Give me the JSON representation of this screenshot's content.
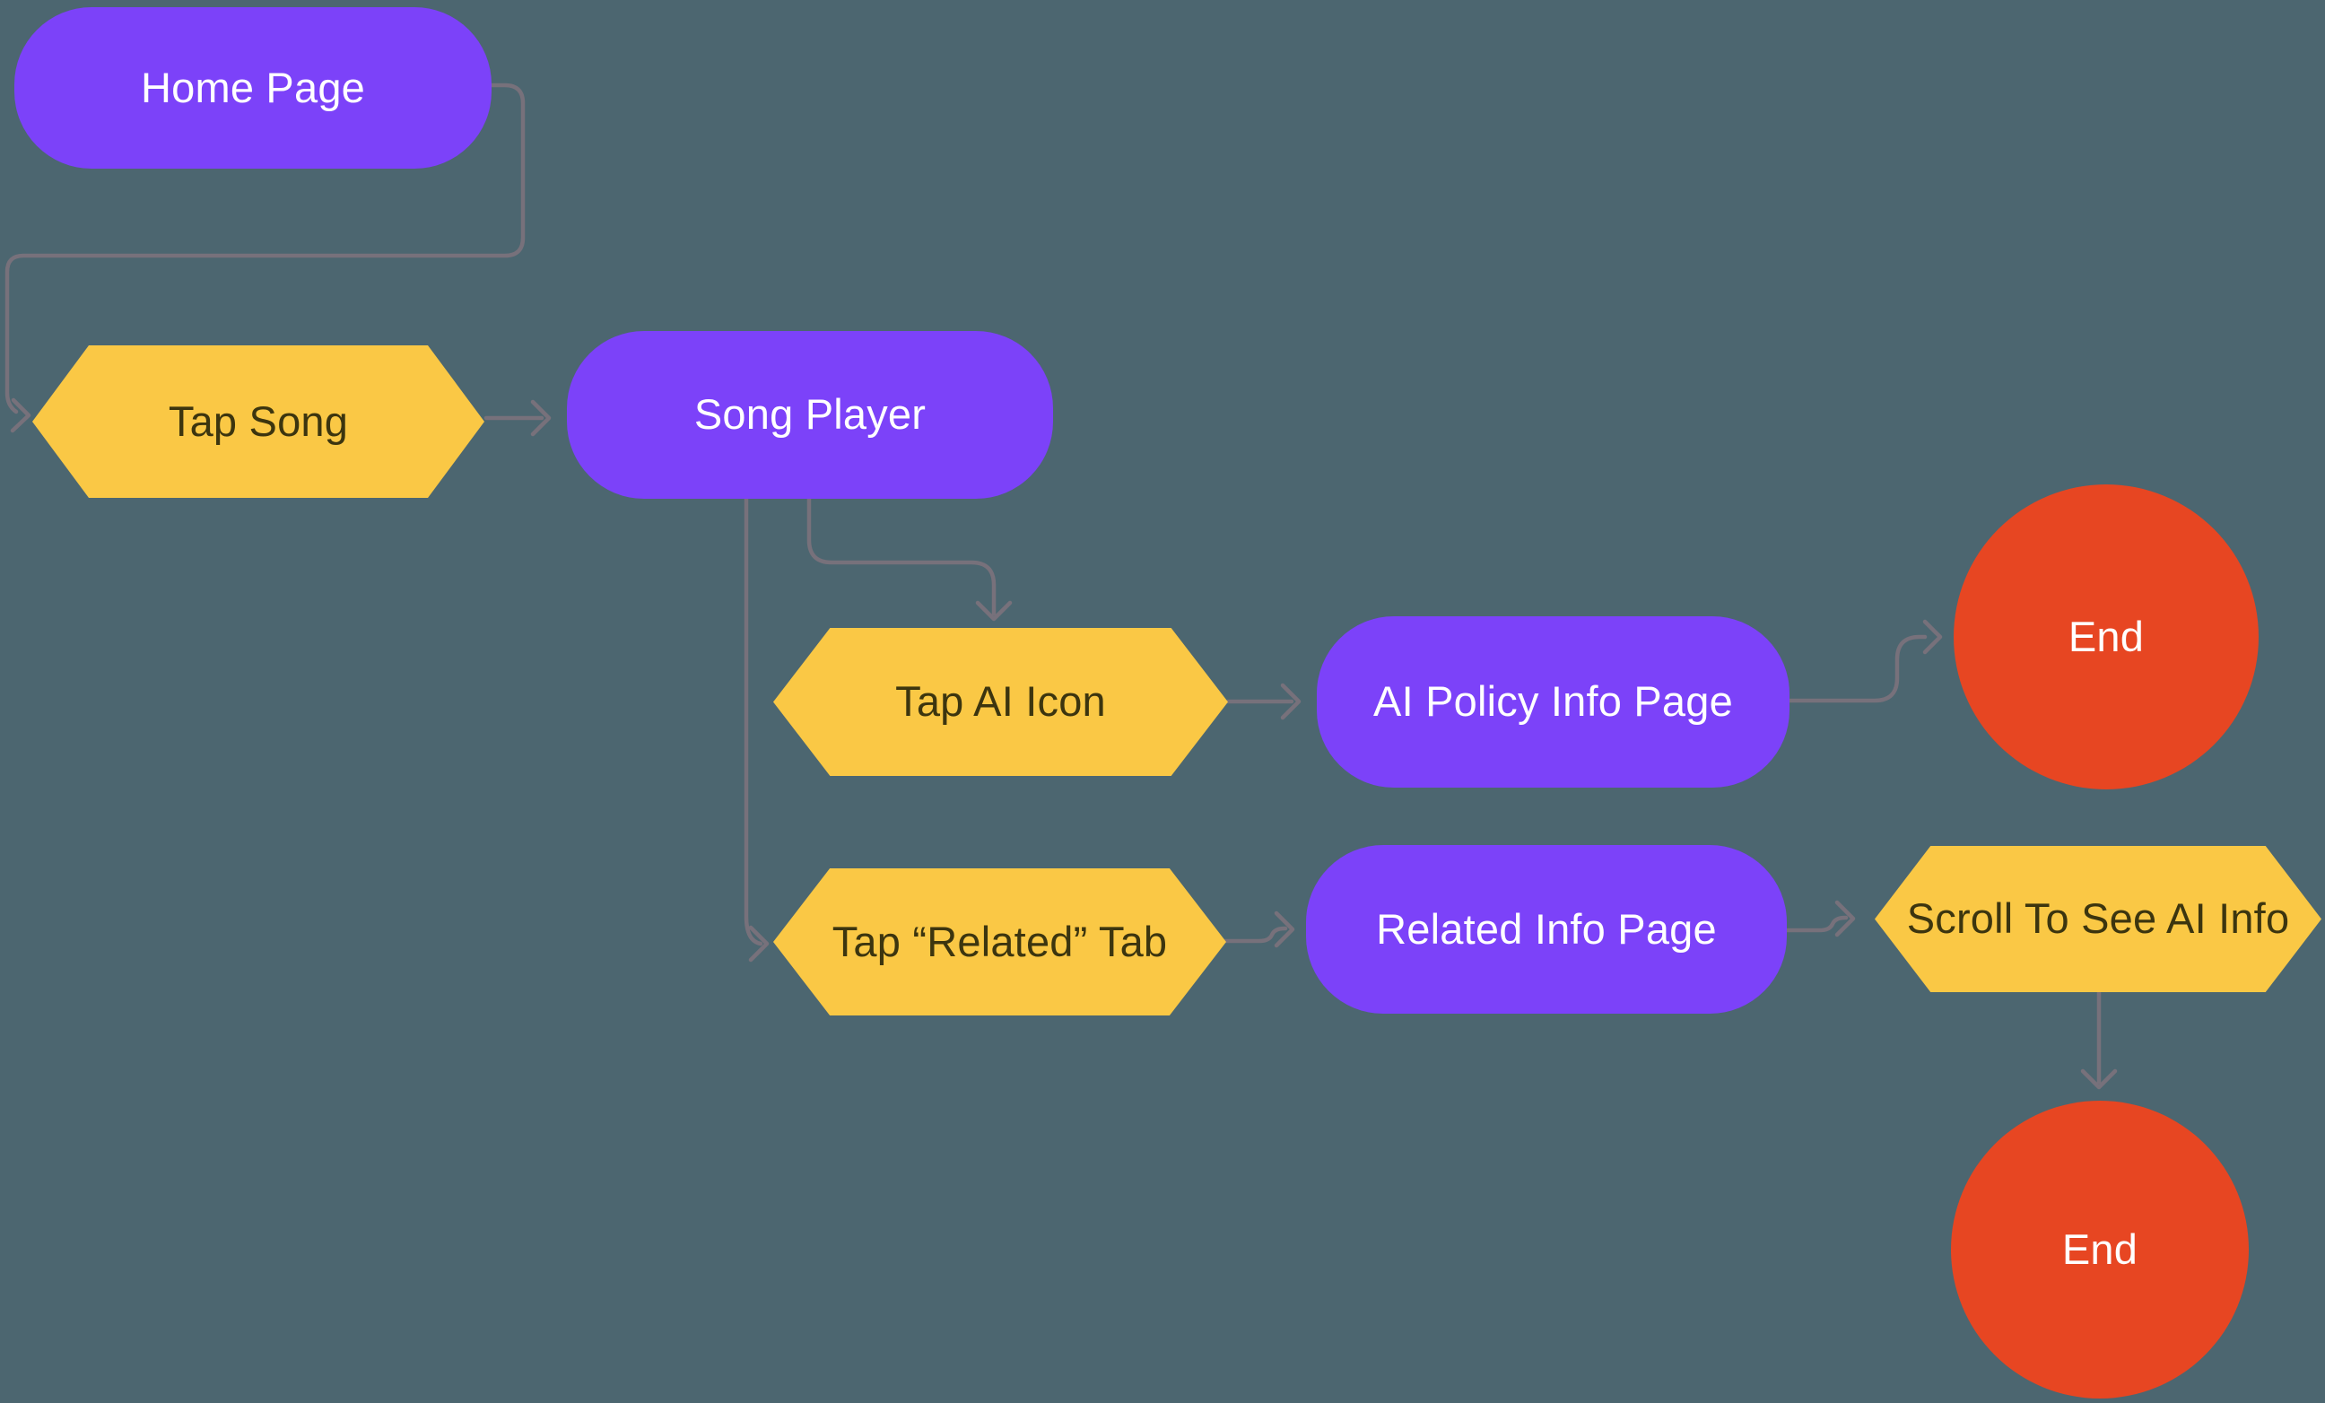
{
  "title": "Flowchart — AI info navigation flow",
  "colors": {
    "bg": "#4C6670",
    "process": "#7C42F9",
    "action": "#FAC845",
    "endnode": "#E74622",
    "connector": "#77717B",
    "text_light": "#FFFFFF",
    "text_dark": "#3C350F"
  },
  "nodes": {
    "home_page": {
      "label": "Home Page",
      "shape": "rounded-rect"
    },
    "tap_song": {
      "label": "Tap Song",
      "shape": "hexagon"
    },
    "song_player": {
      "label": "Song Player",
      "shape": "rounded-rect"
    },
    "tap_ai_icon": {
      "label": "Tap AI Icon",
      "shape": "hexagon"
    },
    "ai_policy_info_page": {
      "label": "AI Policy Info Page",
      "shape": "rounded-rect"
    },
    "end_top": {
      "label": "End",
      "shape": "circle"
    },
    "tap_related_tab": {
      "label": "Tap “Related” Tab",
      "shape": "hexagon"
    },
    "related_info_page": {
      "label": "Related Info Page",
      "shape": "rounded-rect"
    },
    "scroll_to_see_ai_info": {
      "label": "Scroll To See AI Info",
      "shape": "hexagon"
    },
    "end_bottom": {
      "label": "End",
      "shape": "circle"
    }
  },
  "edges": [
    {
      "from": "home_page",
      "to": "tap_song"
    },
    {
      "from": "tap_song",
      "to": "song_player"
    },
    {
      "from": "song_player",
      "to": "tap_ai_icon"
    },
    {
      "from": "tap_ai_icon",
      "to": "ai_policy_info_page"
    },
    {
      "from": "ai_policy_info_page",
      "to": "end_top"
    },
    {
      "from": "song_player",
      "to": "tap_related_tab"
    },
    {
      "from": "tap_related_tab",
      "to": "related_info_page"
    },
    {
      "from": "related_info_page",
      "to": "scroll_to_see_ai_info"
    },
    {
      "from": "scroll_to_see_ai_info",
      "to": "end_bottom"
    }
  ]
}
